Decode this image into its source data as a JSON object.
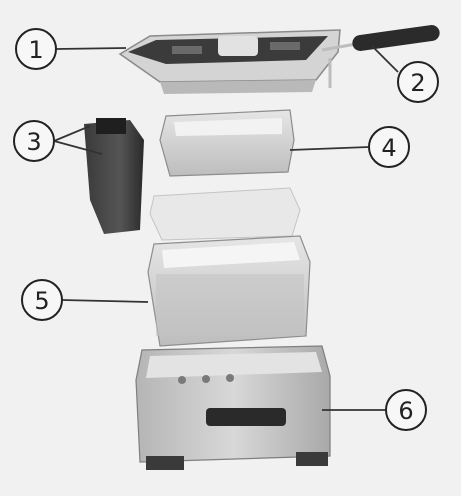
{
  "callouts": [
    {
      "id": "1",
      "label": "1"
    },
    {
      "id": "2",
      "label": "2"
    },
    {
      "id": "3",
      "label": "3"
    },
    {
      "id": "4",
      "label": "4"
    },
    {
      "id": "5",
      "label": "5"
    },
    {
      "id": "6",
      "label": "6"
    }
  ],
  "colors": {
    "background": "#f1f1f1",
    "body_light": "#cfcfcf",
    "body_mid": "#a8a8a8",
    "dark": "#2e2e2e",
    "leader_line": "#333333"
  }
}
